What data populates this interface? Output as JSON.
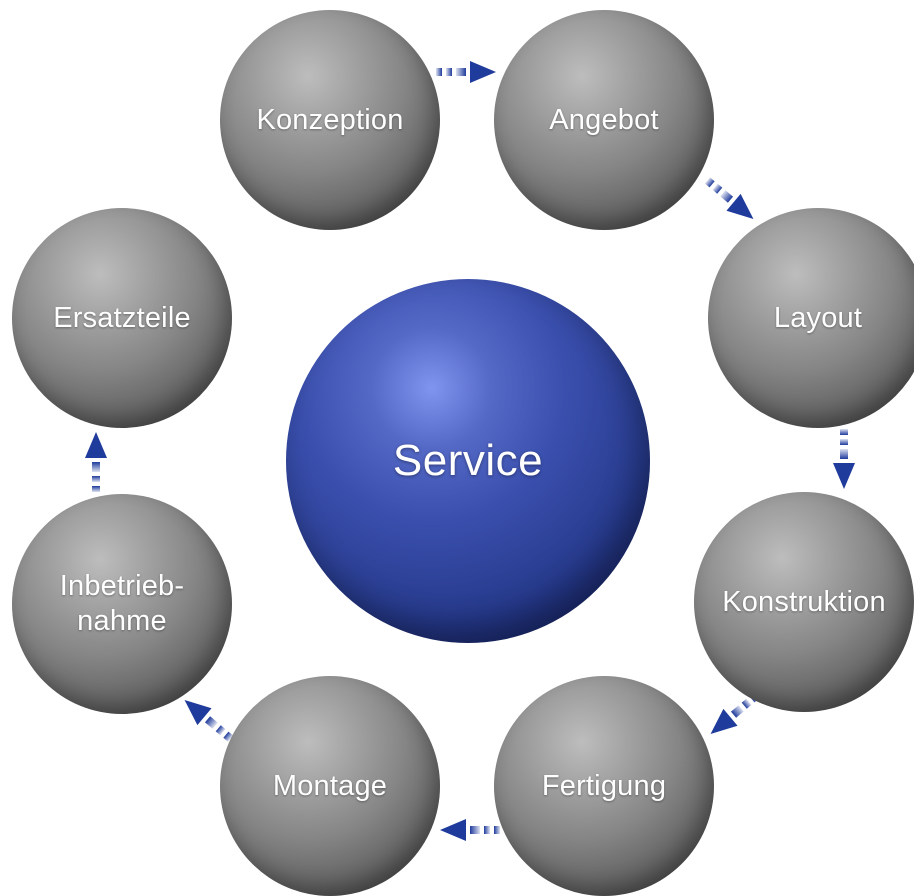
{
  "center": {
    "label": "Service"
  },
  "nodes": [
    {
      "id": "konzeption",
      "label": "Konzeption"
    },
    {
      "id": "angebot",
      "label": "Angebot"
    },
    {
      "id": "layout",
      "label": "Layout"
    },
    {
      "id": "konstruktion",
      "label": "Konstruktion"
    },
    {
      "id": "fertigung",
      "label": "Fertigung"
    },
    {
      "id": "montage",
      "label": "Montage"
    },
    {
      "id": "inbetriebnahme",
      "label_line1": "Inbetrieb-",
      "label_line2": "nahme"
    },
    {
      "id": "ersatzteile",
      "label": "Ersatzteile"
    }
  ],
  "colors": {
    "node_gray": "#8a8a8a",
    "center_blue": "#2f4499",
    "arrow": "#1f3b9c"
  },
  "arrow_style": "dashed-arrow"
}
